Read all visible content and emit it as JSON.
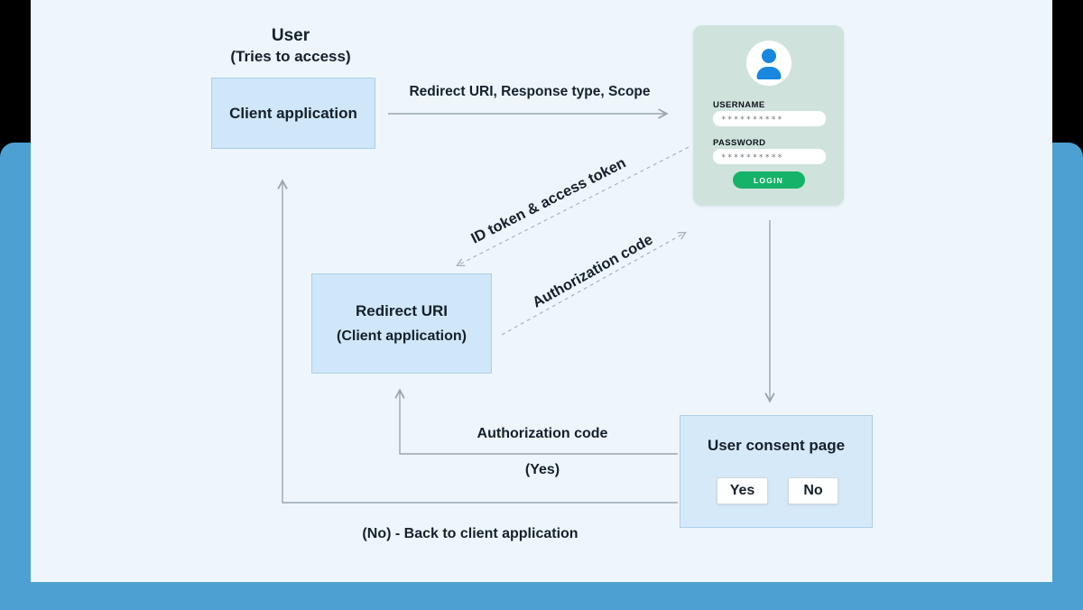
{
  "heading": {
    "line1": "User",
    "line2": "(Tries to access)"
  },
  "nodes": {
    "client_app": "Client application",
    "redirect_line1": "Redirect URI",
    "redirect_line2": "(Client application)",
    "consent_title": "User consent page",
    "consent_yes": "Yes",
    "consent_no": "No"
  },
  "login_card": {
    "username_label": "USERNAME",
    "username_value": "**********",
    "password_label": "PASSWORD",
    "password_value": "**********",
    "login_button": "LOGIN"
  },
  "flow_labels": {
    "request": "Redirect URI, Response type, Scope",
    "id_token": "ID token & access token",
    "auth_code_diagonal": "Authorization code",
    "auth_code_return": "Authorization code",
    "yes": "(Yes)",
    "no_return": "(No) - Back to client application"
  },
  "colors": {
    "frame_blue": "#4da0d2",
    "panel_bg": "#eef6fc",
    "node_fill": "#cfe7f8",
    "node_border": "#abd0ea",
    "consent_fill": "#d6e9f8",
    "login_card_bg": "#cfe3dc",
    "login_button_green": "#17b26a",
    "avatar_blue": "#1787e0",
    "arrow_gray": "#9aa6ad",
    "dashed_arrow_gray": "#a9b3b9",
    "text_dark": "#15202b"
  }
}
